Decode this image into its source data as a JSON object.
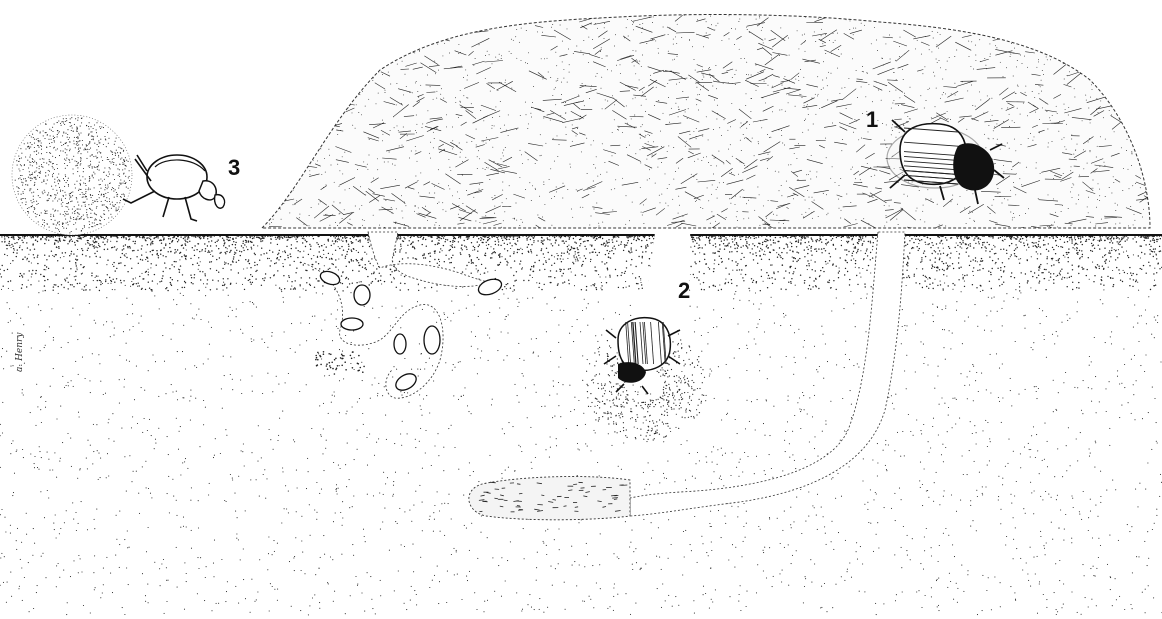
{
  "labels": {
    "beetle_1": "1",
    "beetle_2": "2",
    "beetle_3": "3"
  },
  "signature": "a. Henry",
  "colors": {
    "ink": "#111111",
    "paper": "#ffffff",
    "stipple": "#222222"
  }
}
